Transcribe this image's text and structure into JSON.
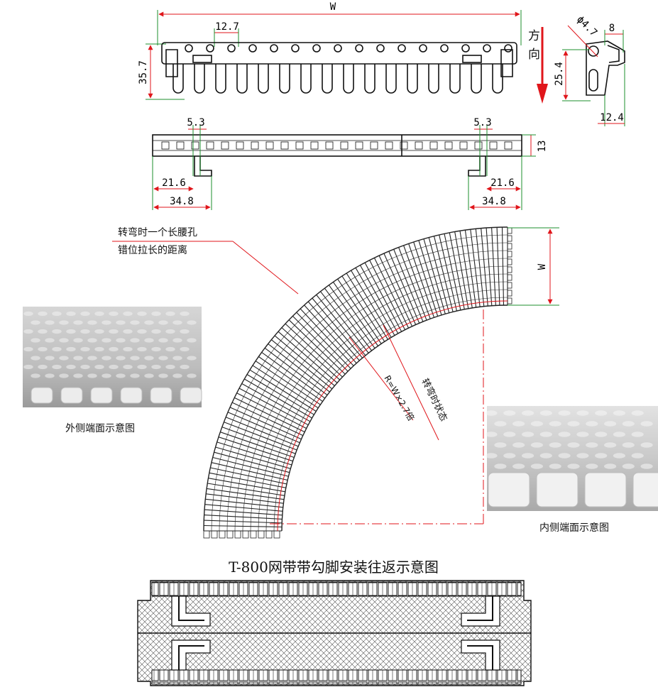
{
  "top_view": {
    "width_label": "W",
    "pitch_label": "12.7",
    "height_label": "35.7",
    "direction_chars": [
      "方",
      "向"
    ]
  },
  "side_view": {
    "diameter_label": "ϕ4.7",
    "dim_8": "8",
    "dim_25_4": "25.4",
    "dim_12_4": "12.4"
  },
  "front_view": {
    "left_53": "5.3",
    "right_53": "5.3",
    "height_13": "13",
    "left_216": "21.6",
    "right_216": "21.6",
    "left_348": "34.8",
    "right_348": "34.8"
  },
  "curve": {
    "note_line1": "转弯时一个长腰孔",
    "note_line2": "错位拉长的距离",
    "width_label": "W",
    "radius_label": "R=W×2.7倍",
    "state_label": "转弯时状态"
  },
  "photos": {
    "outer_caption": "外侧端面示意图",
    "inner_caption": "内侧端面示意图"
  },
  "bottom": {
    "title": "T-800网带带勾脚安装往返示意图"
  },
  "colors": {
    "dimension_red": "#e0161b",
    "extension_green": "#1c8f2e",
    "outline": "#111111"
  }
}
